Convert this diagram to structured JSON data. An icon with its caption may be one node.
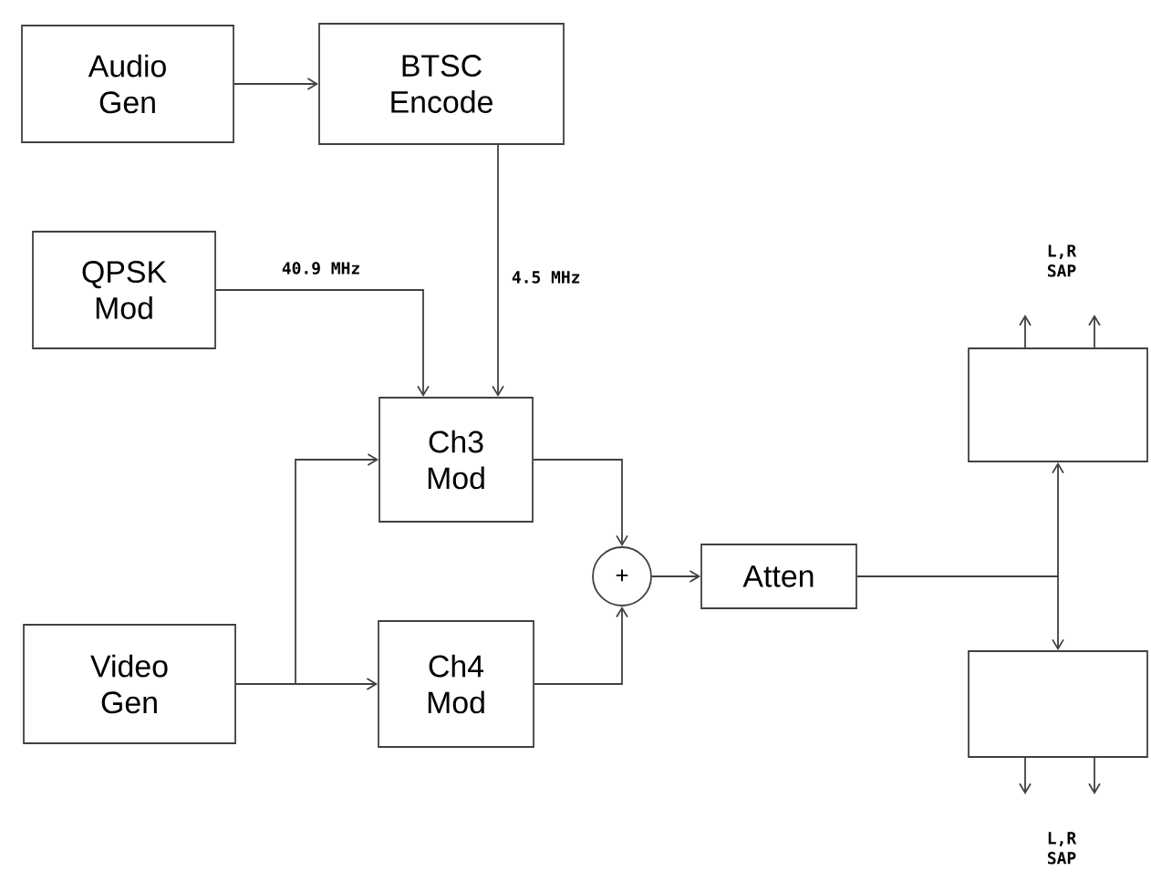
{
  "diagram": {
    "nodes": [
      {
        "text": [
          "Audio Gen"
        ]
      },
      {
        "text": [
          "BTSC Encode"
        ]
      },
      {
        "text": [
          "QPSK Mod"
        ]
      },
      {
        "text": [
          "Ch3 Mod"
        ]
      },
      {
        "text": [
          "Video Gen"
        ]
      },
      {
        "text": [
          "Ch4 Mod"
        ]
      },
      {
        "text": [
          "+"
        ]
      },
      {
        "text": [
          "Atten"
        ]
      },
      {
        "text": [],
        "shape": "box"
      },
      {
        "text": [],
        "shape": "box"
      }
    ],
    "edges": [
      {
        "from": 0,
        "to": 1,
        "arrow": "to"
      },
      {
        "from": 1,
        "to": 3,
        "arrow": "to",
        "label": "4.5 MHz"
      },
      {
        "from": 2,
        "to": 3,
        "arrow": "to",
        "label": "40.9 MHz"
      },
      {
        "from": 4,
        "to": 3,
        "arrow": "to"
      },
      {
        "from": 4,
        "to": 5,
        "arrow": "to"
      },
      {
        "from": 3,
        "to": 6,
        "arrow": "to"
      },
      {
        "from": 5,
        "to": 6,
        "arrow": "to"
      },
      {
        "from": 6,
        "to": 7,
        "arrow": "to"
      },
      {
        "from": 7,
        "to": 8,
        "arrow": "to"
      },
      {
        "from": 7,
        "to": 9,
        "arrow": "to"
      },
      {
        "from": 8,
        "to": null,
        "arrow": "to"
      },
      {
        "from": 8,
        "to": null,
        "arrow": "to"
      },
      {
        "from": 9,
        "to": null,
        "arrow": "to"
      },
      {
        "from": 9,
        "to": null,
        "arrow": "to"
      }
    ],
    "labels": [
      "L,R SAP",
      "L,R SAP"
    ]
  }
}
